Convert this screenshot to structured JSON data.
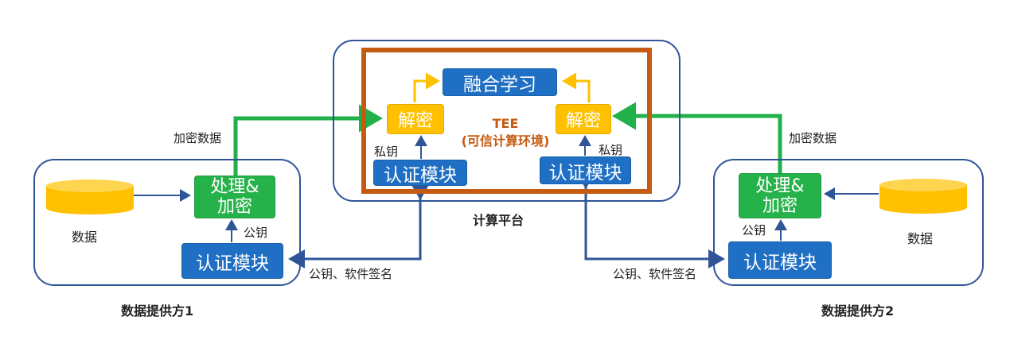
{
  "platform": {
    "caption": "计算平台",
    "tee_title": "TEE",
    "tee_subtitle": "(可信计算环境)",
    "fusion_label": "融合学习",
    "decrypt_left": "解密",
    "decrypt_right": "解密",
    "auth_left": "认证模块",
    "auth_right": "认证模块",
    "private_key_left": "私钥",
    "private_key_right": "私钥"
  },
  "provider1": {
    "caption": "数据提供方1",
    "data_label": "数据",
    "process_label_line1": "处理&",
    "process_label_line2": "加密",
    "public_key": "公钥",
    "auth_label": "认证模块",
    "encrypted_data": "加密数据",
    "key_sig": "公钥、软件签名"
  },
  "provider2": {
    "caption": "数据提供方2",
    "data_label": "数据",
    "process_label_line1": "处理&",
    "process_label_line2": "加密",
    "public_key": "公钥",
    "auth_label": "认证模块",
    "encrypted_data": "加密数据",
    "key_sig": "公钥、软件签名"
  },
  "colors": {
    "frame": "#2f5597",
    "tee_border": "#c55a11",
    "blue_box": "#1f6fc4",
    "green_box": "#26b24a",
    "yellow_box": "#ffc000",
    "green_arrow": "#22b04b",
    "blue_arrow": "#2f5597"
  }
}
